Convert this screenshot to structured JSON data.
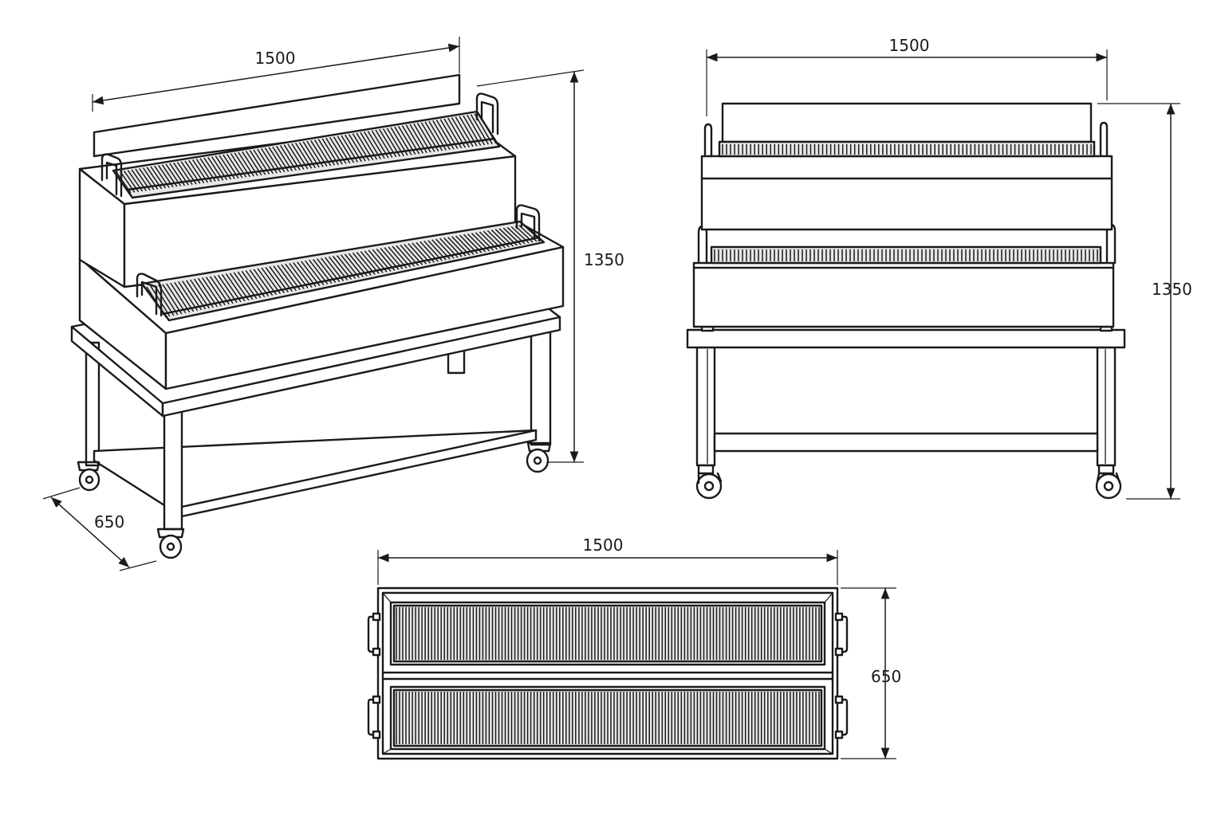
{
  "iso_view": {
    "width_label": "1500",
    "height_label": "1350",
    "depth_label": "650"
  },
  "front_view": {
    "width_label": "1500",
    "height_label": "1350"
  },
  "top_view": {
    "width_label": "1500",
    "depth_label": "650"
  },
  "colors": {
    "line": "#1a1a1a",
    "background": "#ffffff"
  }
}
